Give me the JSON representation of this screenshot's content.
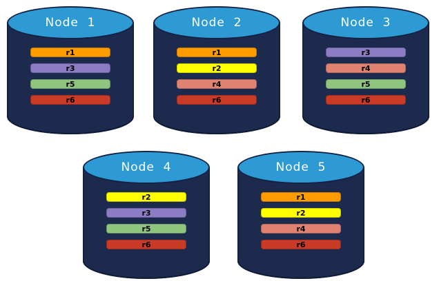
{
  "diagram": {
    "background": "#ffffff",
    "cylinder": {
      "body_color": "#1C2A4E",
      "top_color": "#2E9AD3",
      "outline_color": "#132144",
      "title_text_color": "#ffffff",
      "replica_text_color": "#000000"
    },
    "replica_colors": {
      "r1": "#FF9C00",
      "r2": "#FFFF00",
      "r3": "#8B7CC3",
      "r4": "#DF8272",
      "r5": "#8FC47E",
      "r6": "#C93B26"
    },
    "nodes": [
      {
        "label": "Node  1",
        "replicas": [
          "r1",
          "r3",
          "r5",
          "r6"
        ]
      },
      {
        "label": "Node  2",
        "replicas": [
          "r1",
          "r2",
          "r4",
          "r6"
        ]
      },
      {
        "label": "Node  3",
        "replicas": [
          "r3",
          "r4",
          "r5",
          "r6"
        ]
      },
      {
        "label": "Node  4",
        "replicas": [
          "r2",
          "r3",
          "r5",
          "r6"
        ]
      },
      {
        "label": "Node  5",
        "replicas": [
          "r1",
          "r2",
          "r4",
          "r6"
        ]
      }
    ]
  }
}
